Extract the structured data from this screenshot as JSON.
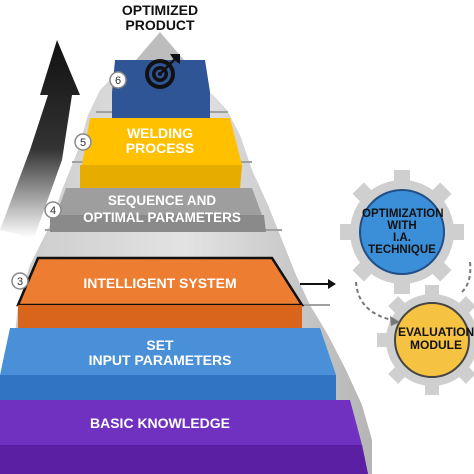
{
  "top": {
    "line1": "OPTIMIZED",
    "line2": "PRODUCT"
  },
  "steps": [
    {
      "num": "6",
      "color": "#2f5597",
      "icon": "target-icon"
    },
    {
      "num": "5",
      "line1": "WELDING",
      "line2": "PROCESS",
      "color": "#ffc000"
    },
    {
      "num": "4",
      "line1": "SEQUENCE AND",
      "line2": "OPTIMAL  PARAMETERS",
      "color": "#9e9e9e"
    },
    {
      "num": "3",
      "label": "INTELLIGENT SYSTEM",
      "color": "#ed7d31"
    },
    {
      "line1": "SET",
      "line2": "INPUT PARAMETERS",
      "color": "#4a90d9"
    },
    {
      "label": "BASIC KNOWLEDGE",
      "color": "#7030c0"
    }
  ],
  "gears": {
    "optimization": {
      "line1": "Optimization",
      "line2": "with",
      "line3": "I.A. Technique",
      "color": "#3b8ed8"
    },
    "evaluation": {
      "line1": "Evaluation",
      "line2": "Module",
      "color": "#f5c242"
    }
  }
}
